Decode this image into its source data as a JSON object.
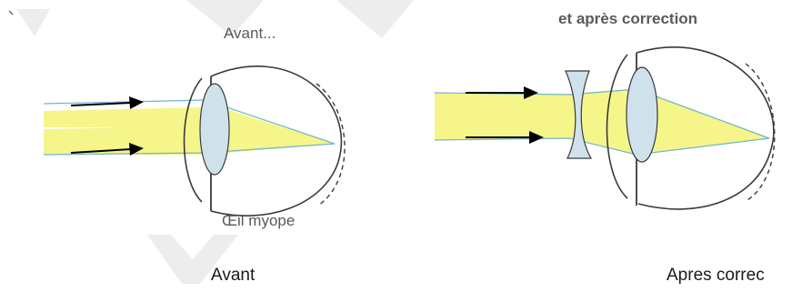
{
  "figure": {
    "left_panel": {
      "heading": "Avant...",
      "label": "Œil myope"
    },
    "right_panel": {
      "heading": "et après correction"
    }
  },
  "captions": {
    "left": "Avant",
    "right": "Apres correc"
  },
  "colors": {
    "light_beam": "#f6f58a",
    "lens": "#cfe2ec",
    "ray_line": "#6fb5cc",
    "eye_outline": "#3a3a3a",
    "arrow": "#000000",
    "watermark": "#e3e3e3"
  }
}
